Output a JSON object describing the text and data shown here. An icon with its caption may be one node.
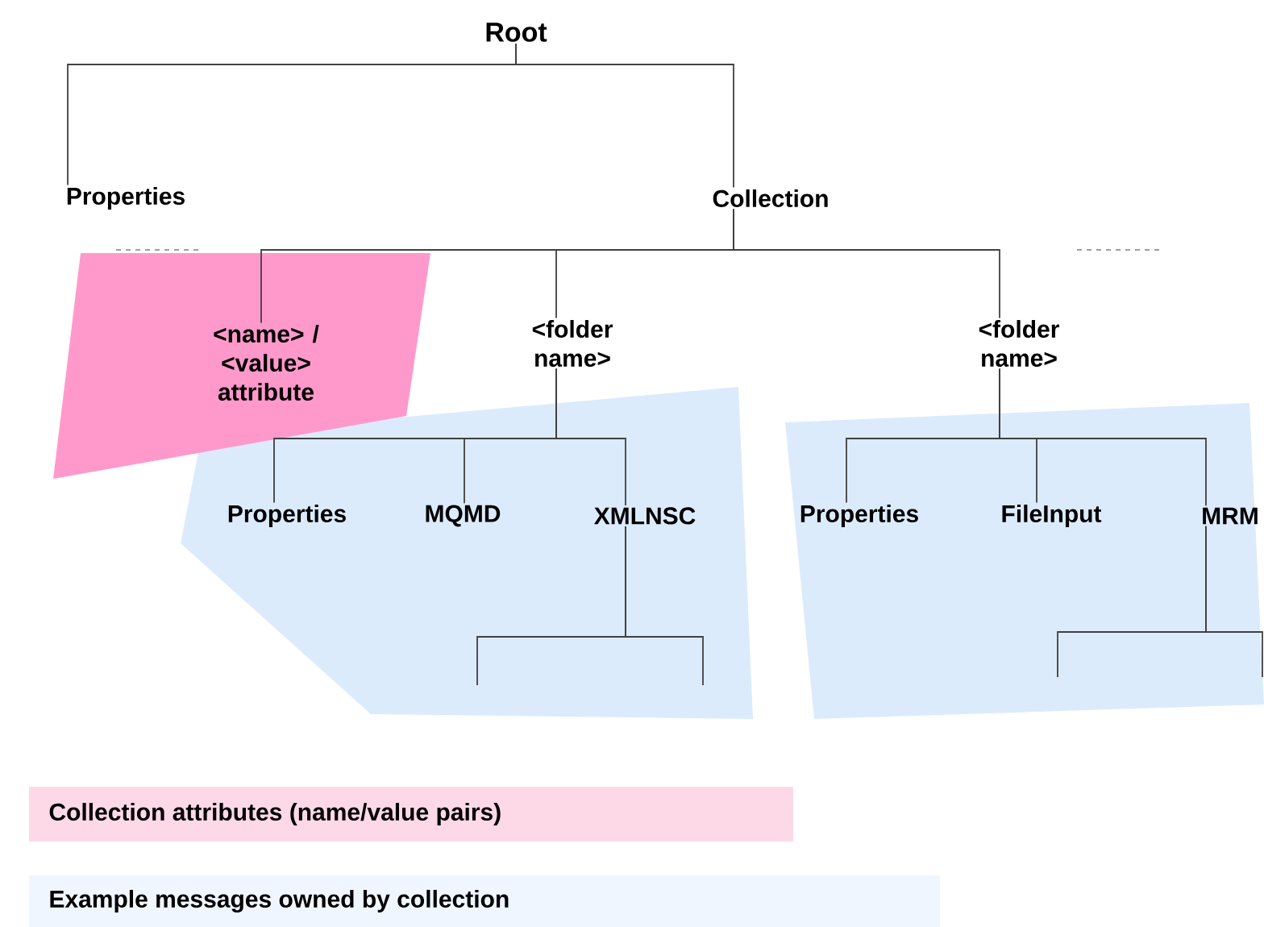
{
  "diagram": {
    "nodes": [
      {
        "text": [
          "Root"
        ]
      },
      {
        "text": [
          "Properties"
        ]
      },
      {
        "text": [
          "Collection"
        ]
      },
      {
        "text": [
          "<name> / <value> attribute"
        ]
      },
      {
        "text": [
          "<folder name>"
        ]
      },
      {
        "text": [],
        "shape": "box"
      },
      {
        "text": [
          "Properties"
        ],
        "in": 5
      },
      {
        "text": [
          "MQMD"
        ],
        "in": 5
      },
      {
        "text": [
          "XMLNSC"
        ],
        "in": 5
      },
      {
        "text": [
          "<folder name>"
        ]
      },
      {
        "text": [],
        "shape": "box"
      },
      {
        "text": [
          "Properties"
        ],
        "in": 10
      },
      {
        "text": [
          "FileInput"
        ],
        "in": 10
      },
      {
        "text": [
          "MRM"
        ],
        "in": 10
      }
    ],
    "edges": [
      {
        "from": 0,
        "to": 1,
        "arrow": "none"
      },
      {
        "from": 0,
        "to": 2,
        "arrow": "none"
      },
      {
        "from": 2,
        "to": 3,
        "arrow": "none"
      },
      {
        "from": 2,
        "to": 4,
        "arrow": "none"
      },
      {
        "from": 2,
        "to": 9,
        "arrow": "none"
      },
      {
        "from": 4,
        "to": 6,
        "arrow": "none"
      },
      {
        "from": 4,
        "to": 7,
        "arrow": "none"
      },
      {
        "from": 4,
        "to": 8,
        "arrow": "none"
      },
      {
        "from": 9,
        "to": 11,
        "arrow": "none"
      },
      {
        "from": 9,
        "to": 12,
        "arrow": "none"
      },
      {
        "from": 9,
        "to": 13,
        "arrow": "none"
      },
      {
        "from": 8,
        "to": null,
        "arrow": "none"
      },
      {
        "from": 8,
        "to": null,
        "arrow": "none"
      },
      {
        "from": 13,
        "to": null,
        "arrow": "none"
      },
      {
        "from": 13,
        "to": null,
        "arrow": "none"
      }
    ],
    "legend": [
      {
        "text": "Collection attributes (name/value pairs)",
        "color": "#fdd9e8"
      },
      {
        "text": "Example messages owned by collection",
        "color": "#f0f6ff"
      }
    ]
  }
}
